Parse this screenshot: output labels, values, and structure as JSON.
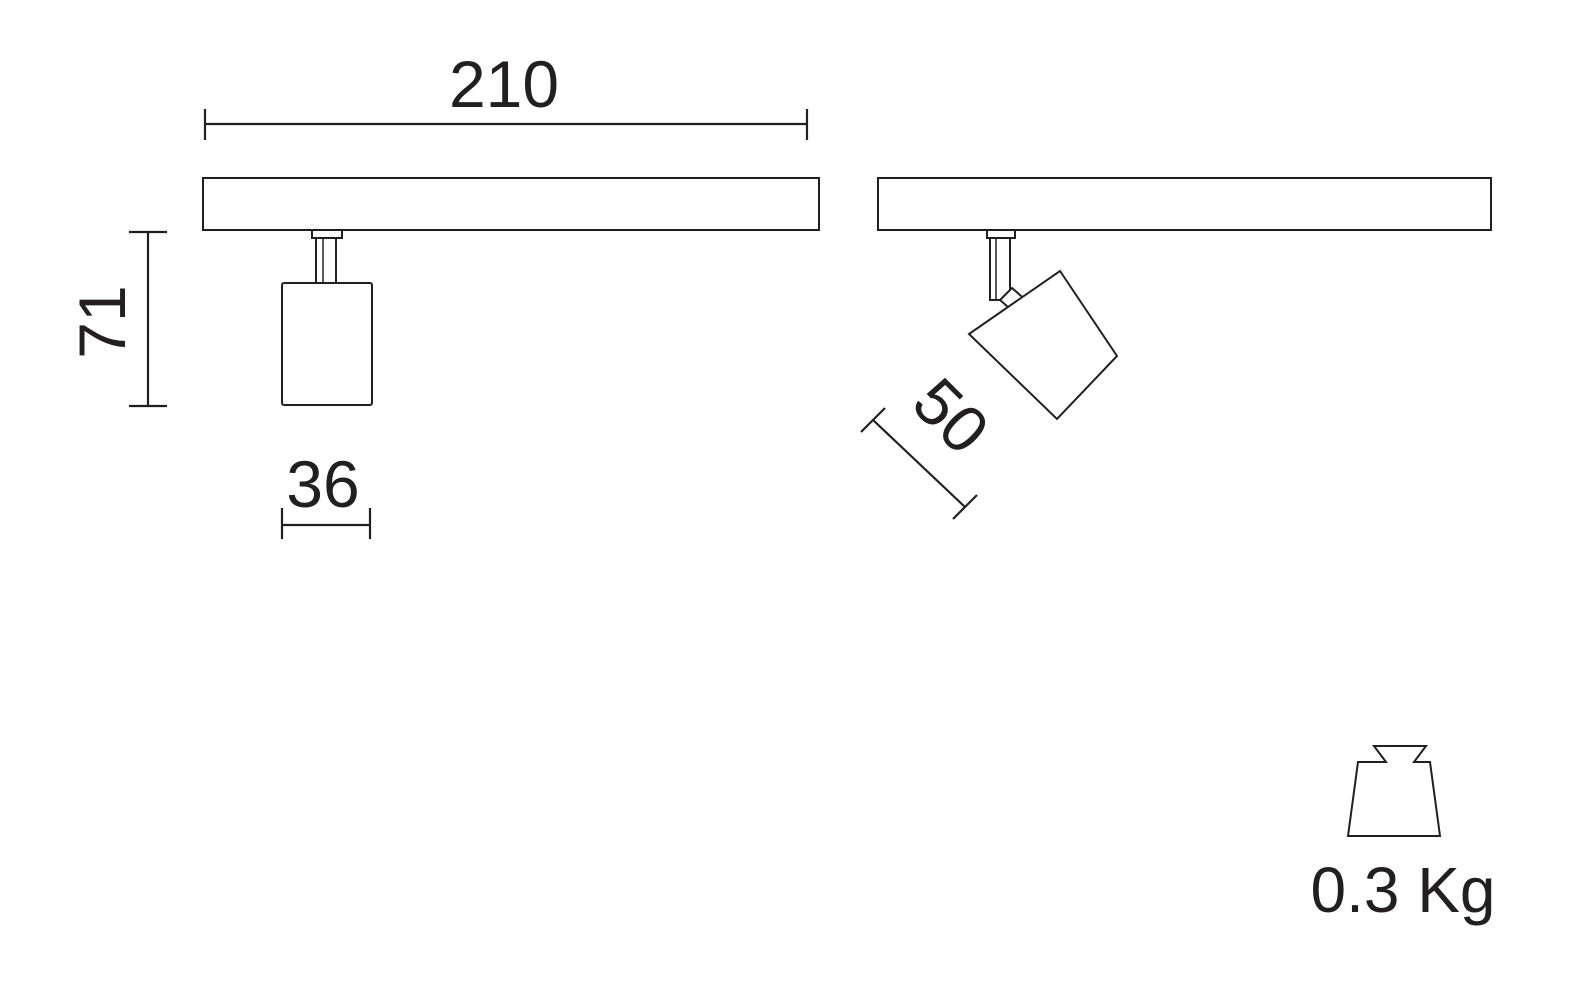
{
  "dimensions": {
    "length": "210",
    "height": "71",
    "spot_width": "36",
    "spot_diameter": "50"
  },
  "weight": {
    "value": "0.3 Kg",
    "icon": "weight-icon"
  },
  "colors": {
    "line": "#231f20",
    "background": "#ffffff"
  }
}
